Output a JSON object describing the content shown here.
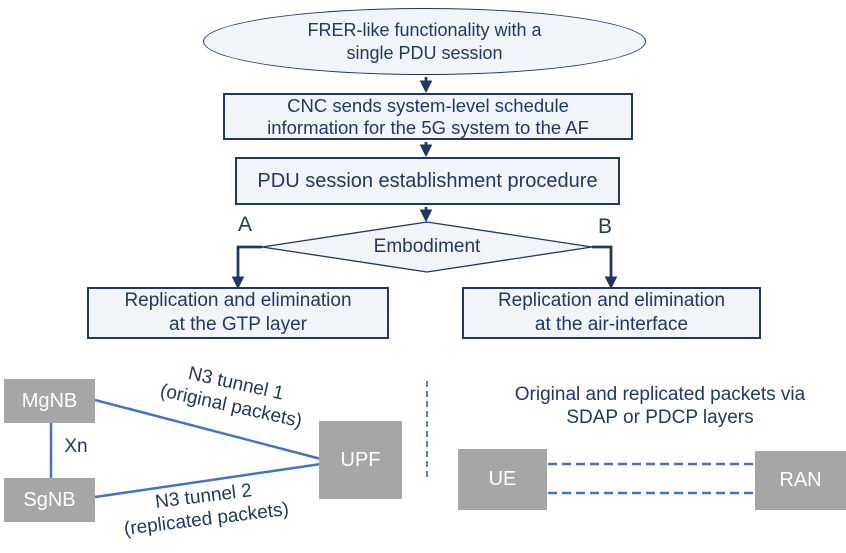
{
  "colors": {
    "navy": "#1f3864",
    "accent": "#4472c4",
    "fill": "#f1f4f8",
    "gray": "#a6a6a6",
    "white": "#ffffff"
  },
  "flowchart": {
    "start": "FRER-like functionality with a\nsingle PDU session",
    "cnc": "CNC sends system-level schedule\ninformation for the 5G system to the AF",
    "pdu": "PDU session establishment procedure",
    "decision": "Embodiment",
    "branch_a_label": "A",
    "branch_b_label": "B",
    "gtp_box": "Replication and elimination\nat the GTP layer",
    "air_box": "Replication and elimination\nat the air-interface"
  },
  "embodiment_a": {
    "mgnb": "MgNB",
    "sgnb": "SgNB",
    "upf": "UPF",
    "xn_label": "Xn",
    "tunnel1_label": "N3 tunnel 1\n(original packets)",
    "tunnel2_label": "N3 tunnel 2\n(replicated packets)"
  },
  "embodiment_b": {
    "caption": "Original and replicated packets via\nSDAP or PDCP layers",
    "ue": "UE",
    "ran": "RAN"
  }
}
